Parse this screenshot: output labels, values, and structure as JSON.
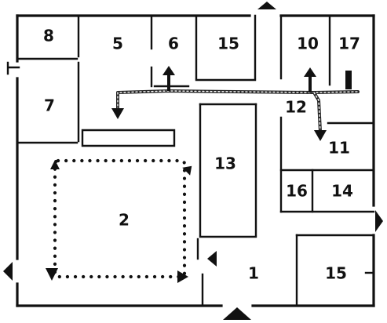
{
  "rooms": [
    {
      "id": "r8",
      "label": "8"
    },
    {
      "id": "r5",
      "label": "5"
    },
    {
      "id": "r6",
      "label": "6"
    },
    {
      "id": "r15a",
      "label": "15"
    },
    {
      "id": "r10",
      "label": "10"
    },
    {
      "id": "r17",
      "label": "17"
    },
    {
      "id": "r7",
      "label": "7"
    },
    {
      "id": "r12",
      "label": "12"
    },
    {
      "id": "r13",
      "label": "13"
    },
    {
      "id": "r11",
      "label": "11"
    },
    {
      "id": "r16",
      "label": "16"
    },
    {
      "id": "r14",
      "label": "14"
    },
    {
      "id": "r2",
      "label": "2"
    },
    {
      "id": "r1",
      "label": "1"
    },
    {
      "id": "r15b",
      "label": "15"
    }
  ],
  "colors": {
    "ink": "#111111",
    "background": "#ffffff"
  }
}
